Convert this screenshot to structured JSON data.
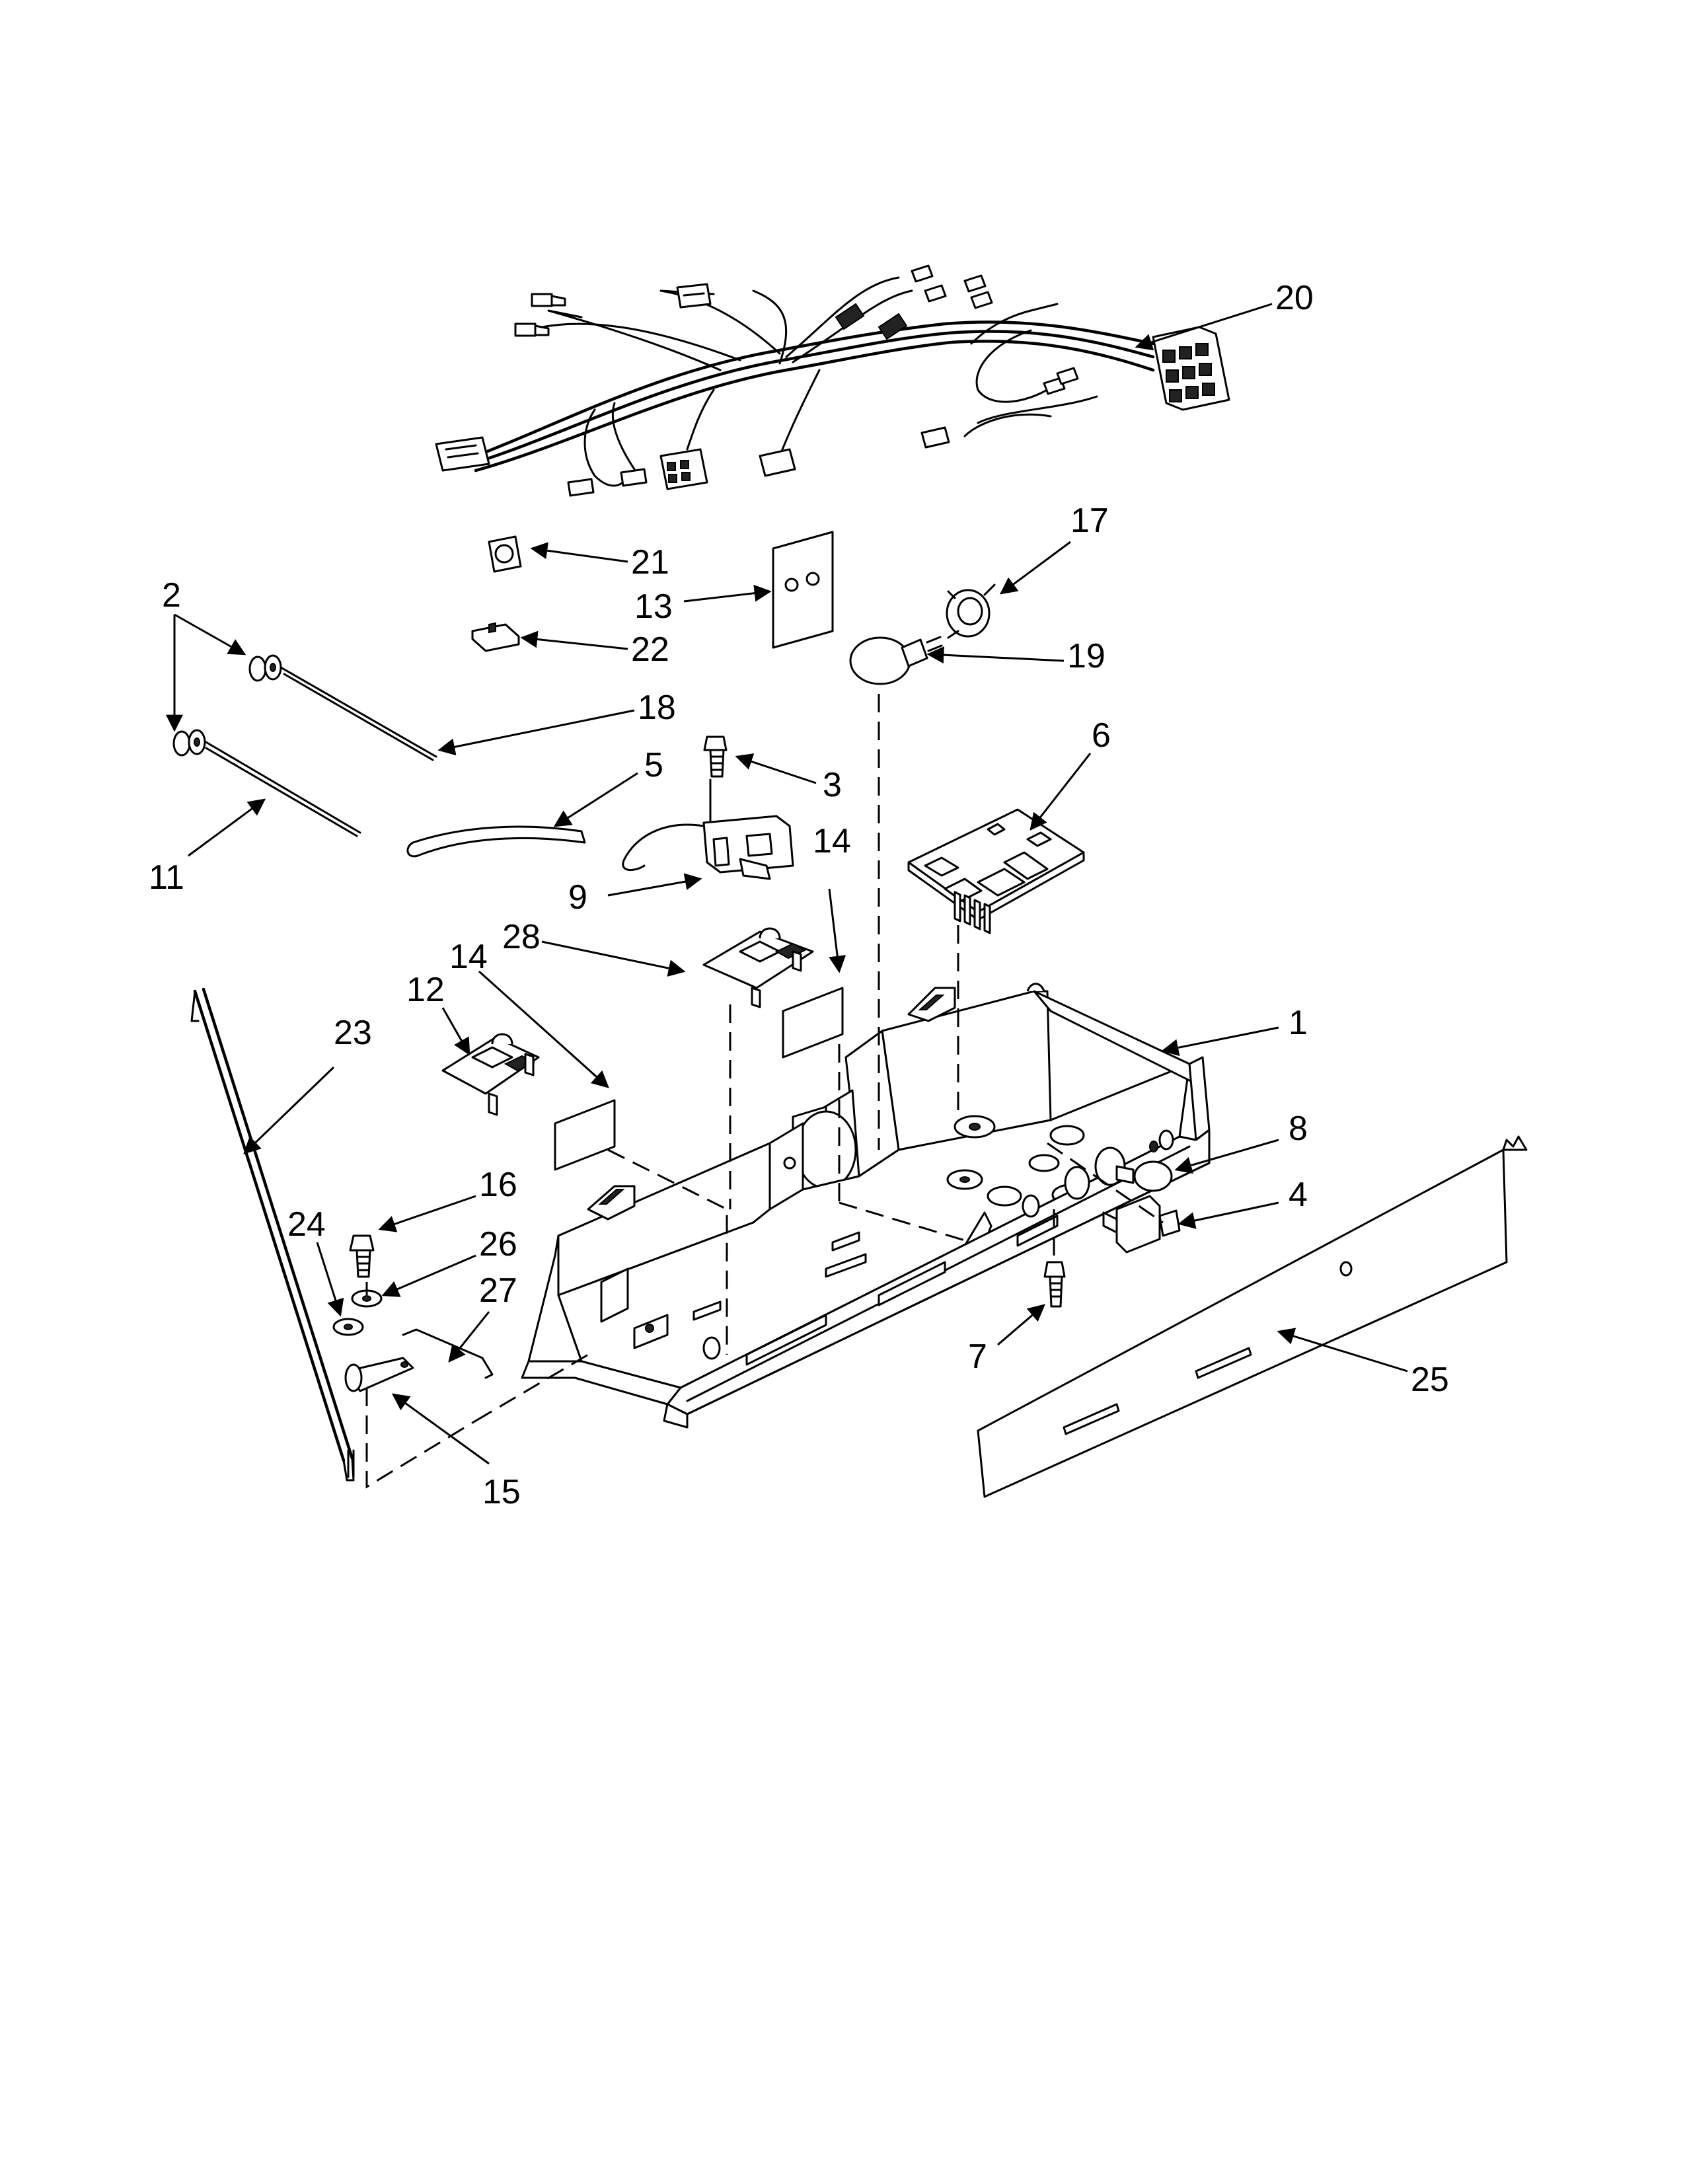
{
  "callouts": [
    {
      "label": "20"
    },
    {
      "label": "21"
    },
    {
      "label": "13"
    },
    {
      "label": "22"
    },
    {
      "label": "17"
    },
    {
      "label": "19"
    },
    {
      "label": "2"
    },
    {
      "label": "18"
    },
    {
      "label": "5"
    },
    {
      "label": "3"
    },
    {
      "label": "11"
    },
    {
      "label": "9"
    },
    {
      "label": "6"
    },
    {
      "label": "14"
    },
    {
      "label": "28"
    },
    {
      "label": "14"
    },
    {
      "label": "12"
    },
    {
      "label": "23"
    },
    {
      "label": "1"
    },
    {
      "label": "8"
    },
    {
      "label": "16"
    },
    {
      "label": "4"
    },
    {
      "label": "24"
    },
    {
      "label": "26"
    },
    {
      "label": "27"
    },
    {
      "label": "7"
    },
    {
      "label": "25"
    },
    {
      "label": "15"
    }
  ]
}
